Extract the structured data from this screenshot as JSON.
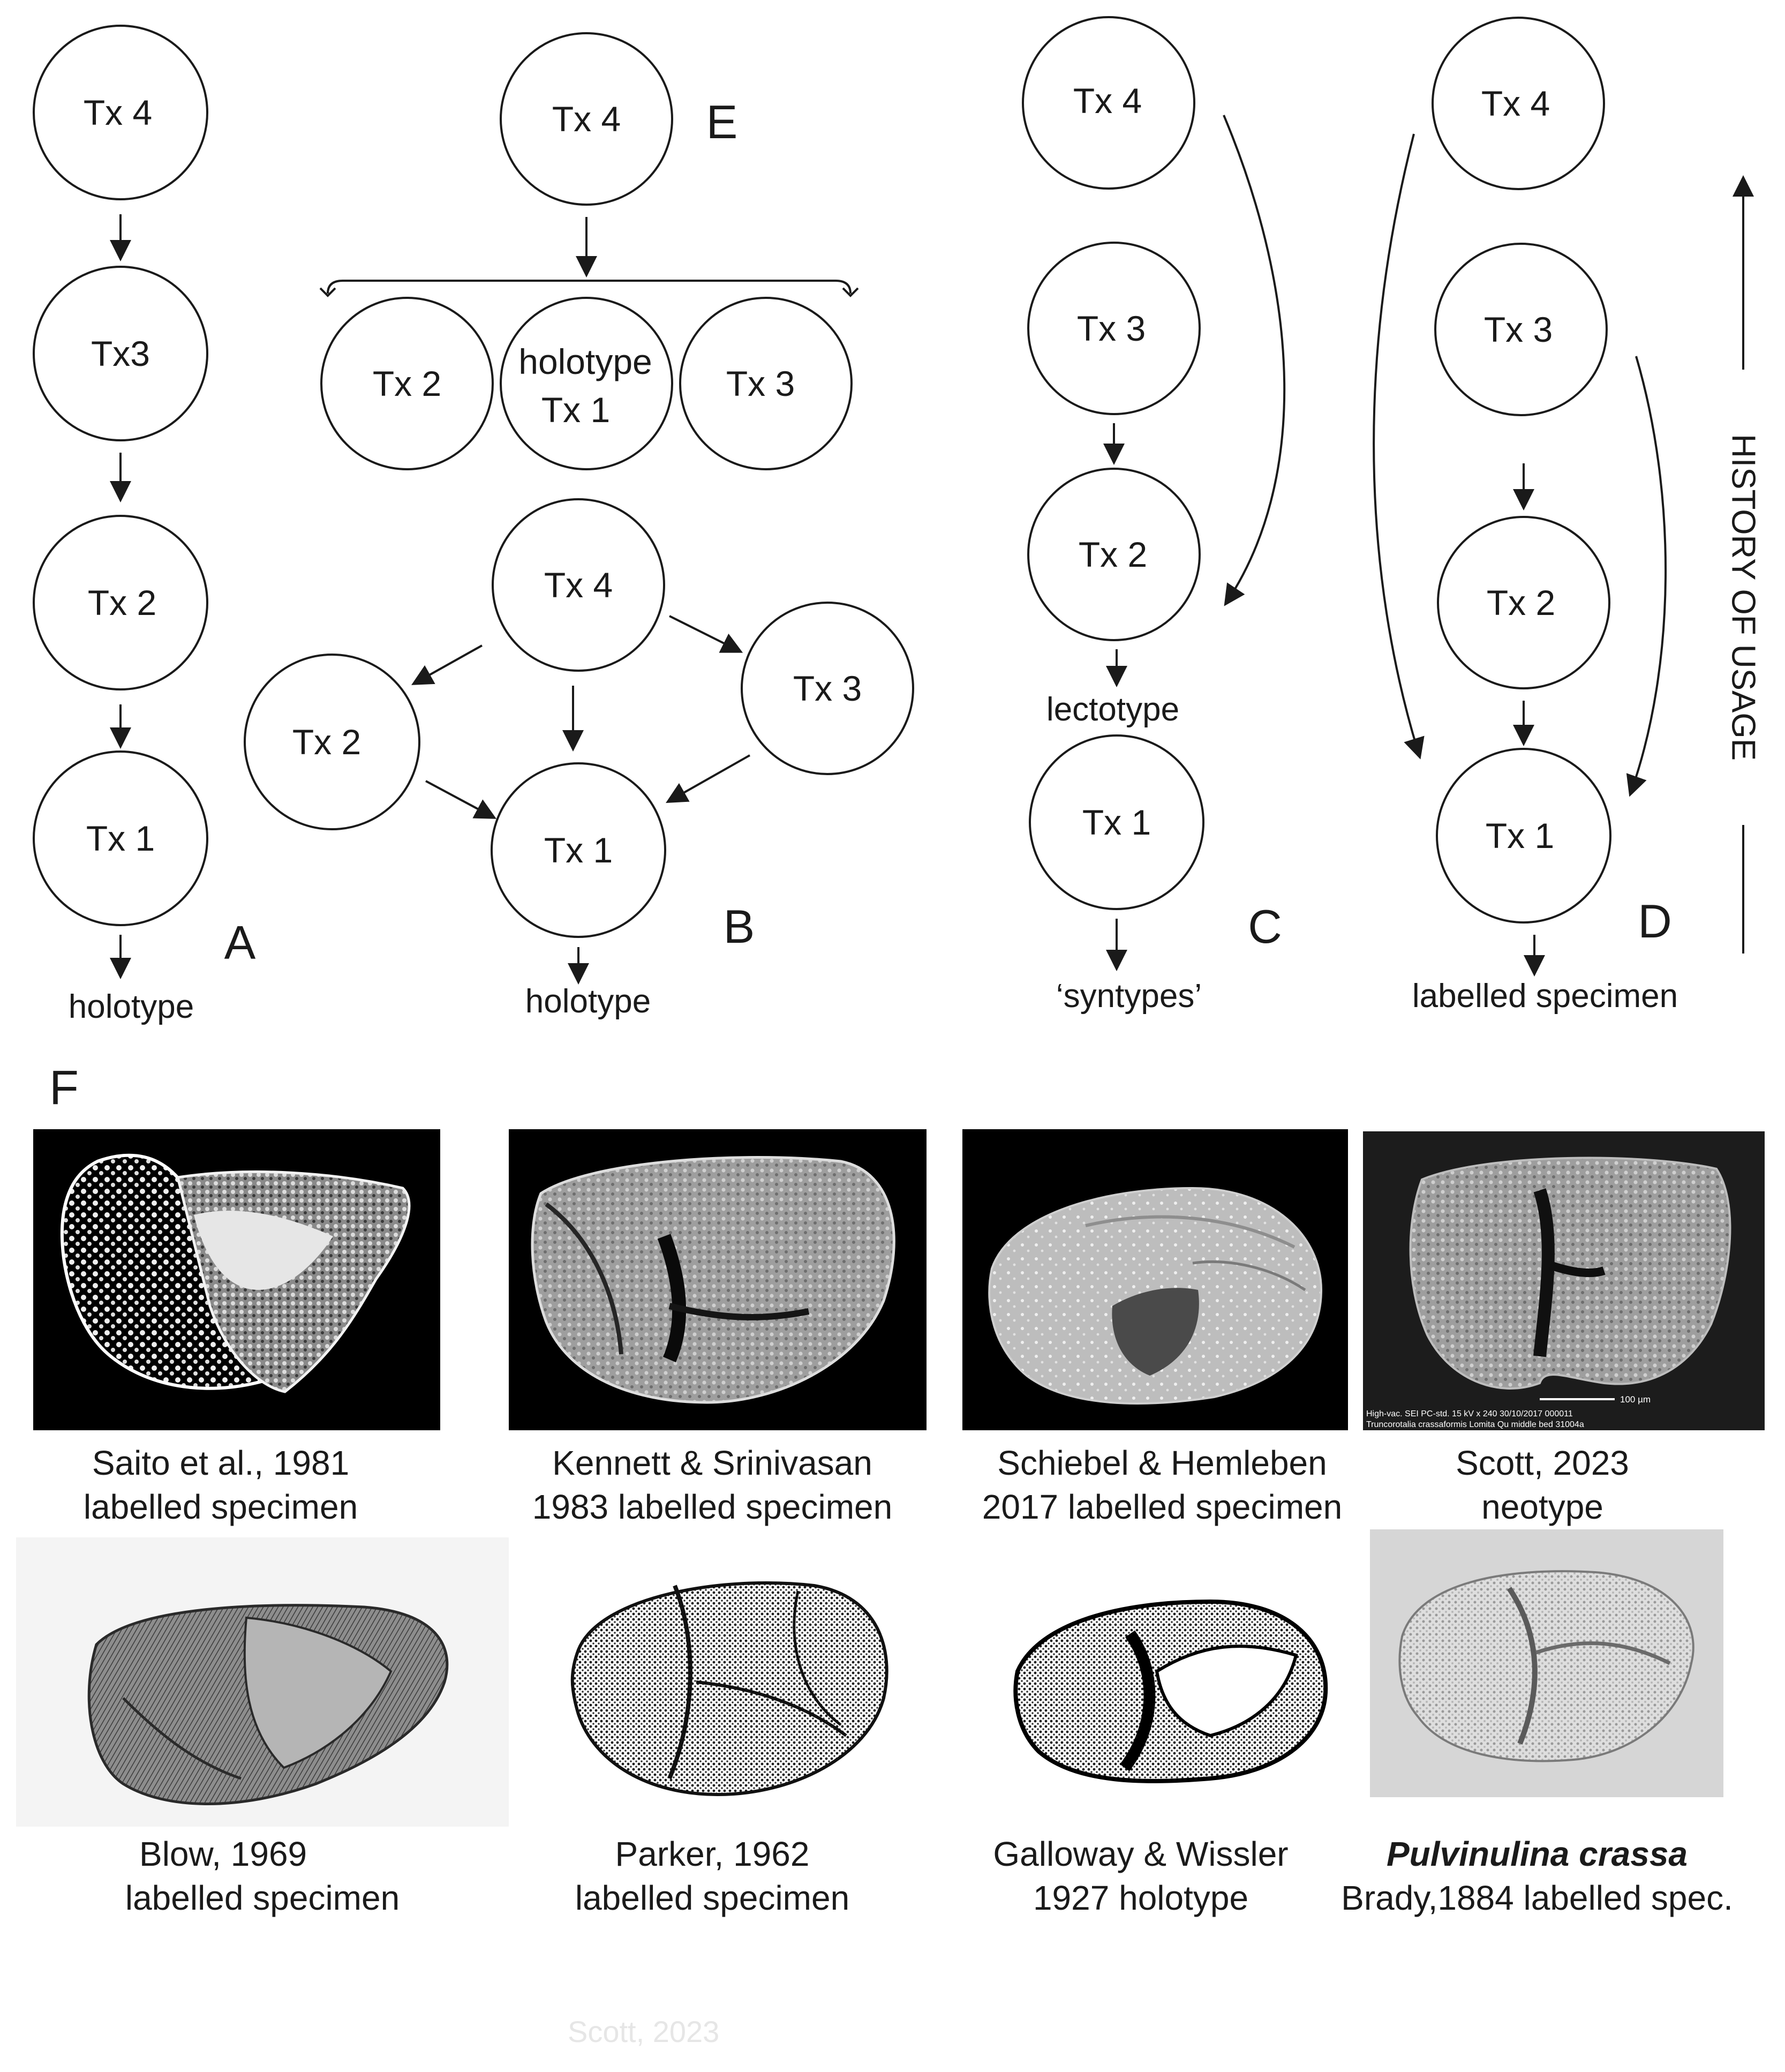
{
  "panels": {
    "A": {
      "letter": "A",
      "nodes": [
        "Tx 4",
        "Tx3",
        "Tx 2",
        "Tx 1"
      ],
      "terminal_label": "holotype"
    },
    "E": {
      "letter": "E",
      "top": "Tx 4",
      "row": [
        "Tx 2",
        "holotype",
        "Tx 1",
        "Tx 3"
      ]
    },
    "B": {
      "letter": "B",
      "nodes": [
        "Tx 4",
        "Tx 2",
        "Tx 3",
        "Tx 1"
      ],
      "terminal_label": "holotype"
    },
    "C": {
      "letter": "C",
      "nodes": [
        "Tx 4",
        "Tx 3",
        "Tx 2",
        "Tx 1"
      ],
      "mid_label": "lectotype",
      "terminal_label": "‘syntypes’"
    },
    "D": {
      "letter": "D",
      "nodes": [
        "Tx 4",
        "Tx 3",
        "Tx 2",
        "Tx 1"
      ],
      "terminal_label": "labelled specimen"
    },
    "history_label": "HISTORY OF USAGE"
  },
  "figure_F": {
    "letter": "F",
    "specimens_row1": [
      {
        "line1": "Saito et al., 1981",
        "line2": "labelled specimen"
      },
      {
        "line1": "Kennett & Srinivasan",
        "line2": "1983 labelled specimen"
      },
      {
        "line1": "Schiebel & Hemleben",
        "line2": "2017 labelled specimen"
      },
      {
        "line1": "Scott, 2023",
        "line2": "neotype"
      }
    ],
    "specimens_row2": [
      {
        "line1": "Blow, 1969",
        "line2": "labelled specimen"
      },
      {
        "line1": "Parker, 1962",
        "line2": "labelled specimen"
      },
      {
        "line1": "Galloway & Wissler",
        "line2": "1927 holotype"
      },
      {
        "line1": "Pulvinulina crassa",
        "line2": "Brady,1884 labelled spec."
      }
    ],
    "sem_bar_label": "100 µm",
    "sem_info_line1": "High-vac.   SEI   PC-std.   15 kV   x 240   30/10/2017   000011",
    "sem_info_line2": "Truncorotalia crassaformis Lomita Qu middle bed 31004a"
  },
  "footer": "Scott, 2023",
  "colors": {
    "ink": "#1a1a1a",
    "photo_bg": "#000000",
    "sem_bg": "#1c1c1c"
  }
}
